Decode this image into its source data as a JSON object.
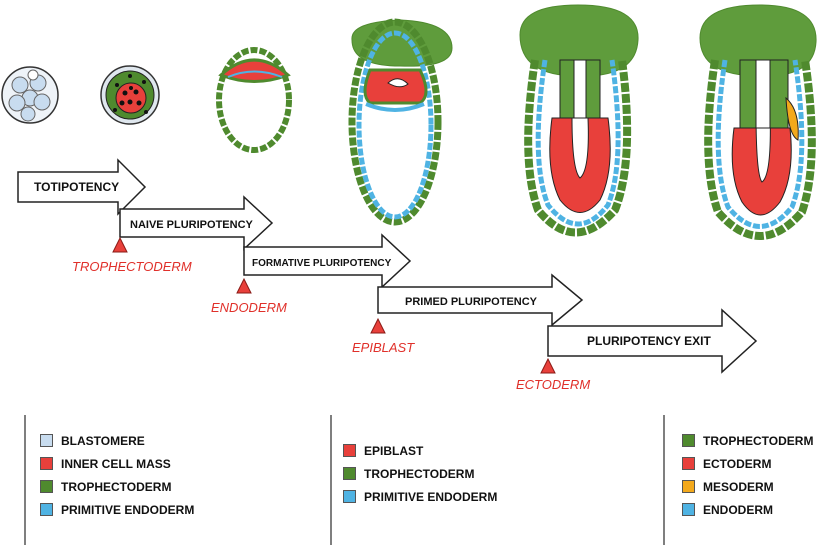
{
  "colors": {
    "blastomere": "#c8dcef",
    "inner_cell_mass": "#e8403b",
    "trophectoderm": "#4f8a2e",
    "primitive_endoderm": "#4fb3e3",
    "mesoderm": "#f3a91c",
    "epiblast": "#e8403b",
    "ectoderm": "#e8403b",
    "endoderm": "#4fb3e3"
  },
  "arrows": [
    {
      "label": "TOTIPOTENCY"
    },
    {
      "label": "NAIVE PLURIPOTENCY"
    },
    {
      "label": "FORMATIVE PLURIPOTENCY"
    },
    {
      "label": "PRIMED PLURIPOTENCY"
    },
    {
      "label": "PLURIPOTENCY EXIT"
    }
  ],
  "lineage_markers": [
    {
      "label": "TROPHECTODERM"
    },
    {
      "label": "ENDODERM"
    },
    {
      "label": "EPIBLAST"
    },
    {
      "label": "ECTODERM"
    }
  ],
  "legends": [
    {
      "items": [
        {
          "label": "BLASTOMERE",
          "color": "#c8dcef"
        },
        {
          "label": "INNER CELL MASS",
          "color": "#e8403b"
        },
        {
          "label": "TROPHECTODERM",
          "color": "#4f8a2e"
        },
        {
          "label": "PRIMITIVE ENDODERM",
          "color": "#4fb3e3"
        }
      ]
    },
    {
      "items": [
        {
          "label": "EPIBLAST",
          "color": "#e8403b"
        },
        {
          "label": "TROPHECTODERM",
          "color": "#4f8a2e"
        },
        {
          "label": "PRIMITIVE ENDODERM",
          "color": "#4fb3e3"
        }
      ]
    },
    {
      "items": [
        {
          "label": "TROPHECTODERM",
          "color": "#4f8a2e"
        },
        {
          "label": "ECTODERM",
          "color": "#e8403b"
        },
        {
          "label": "MESODERM",
          "color": "#f3a91c"
        },
        {
          "label": "ENDODERM",
          "color": "#4fb3e3"
        }
      ]
    }
  ]
}
